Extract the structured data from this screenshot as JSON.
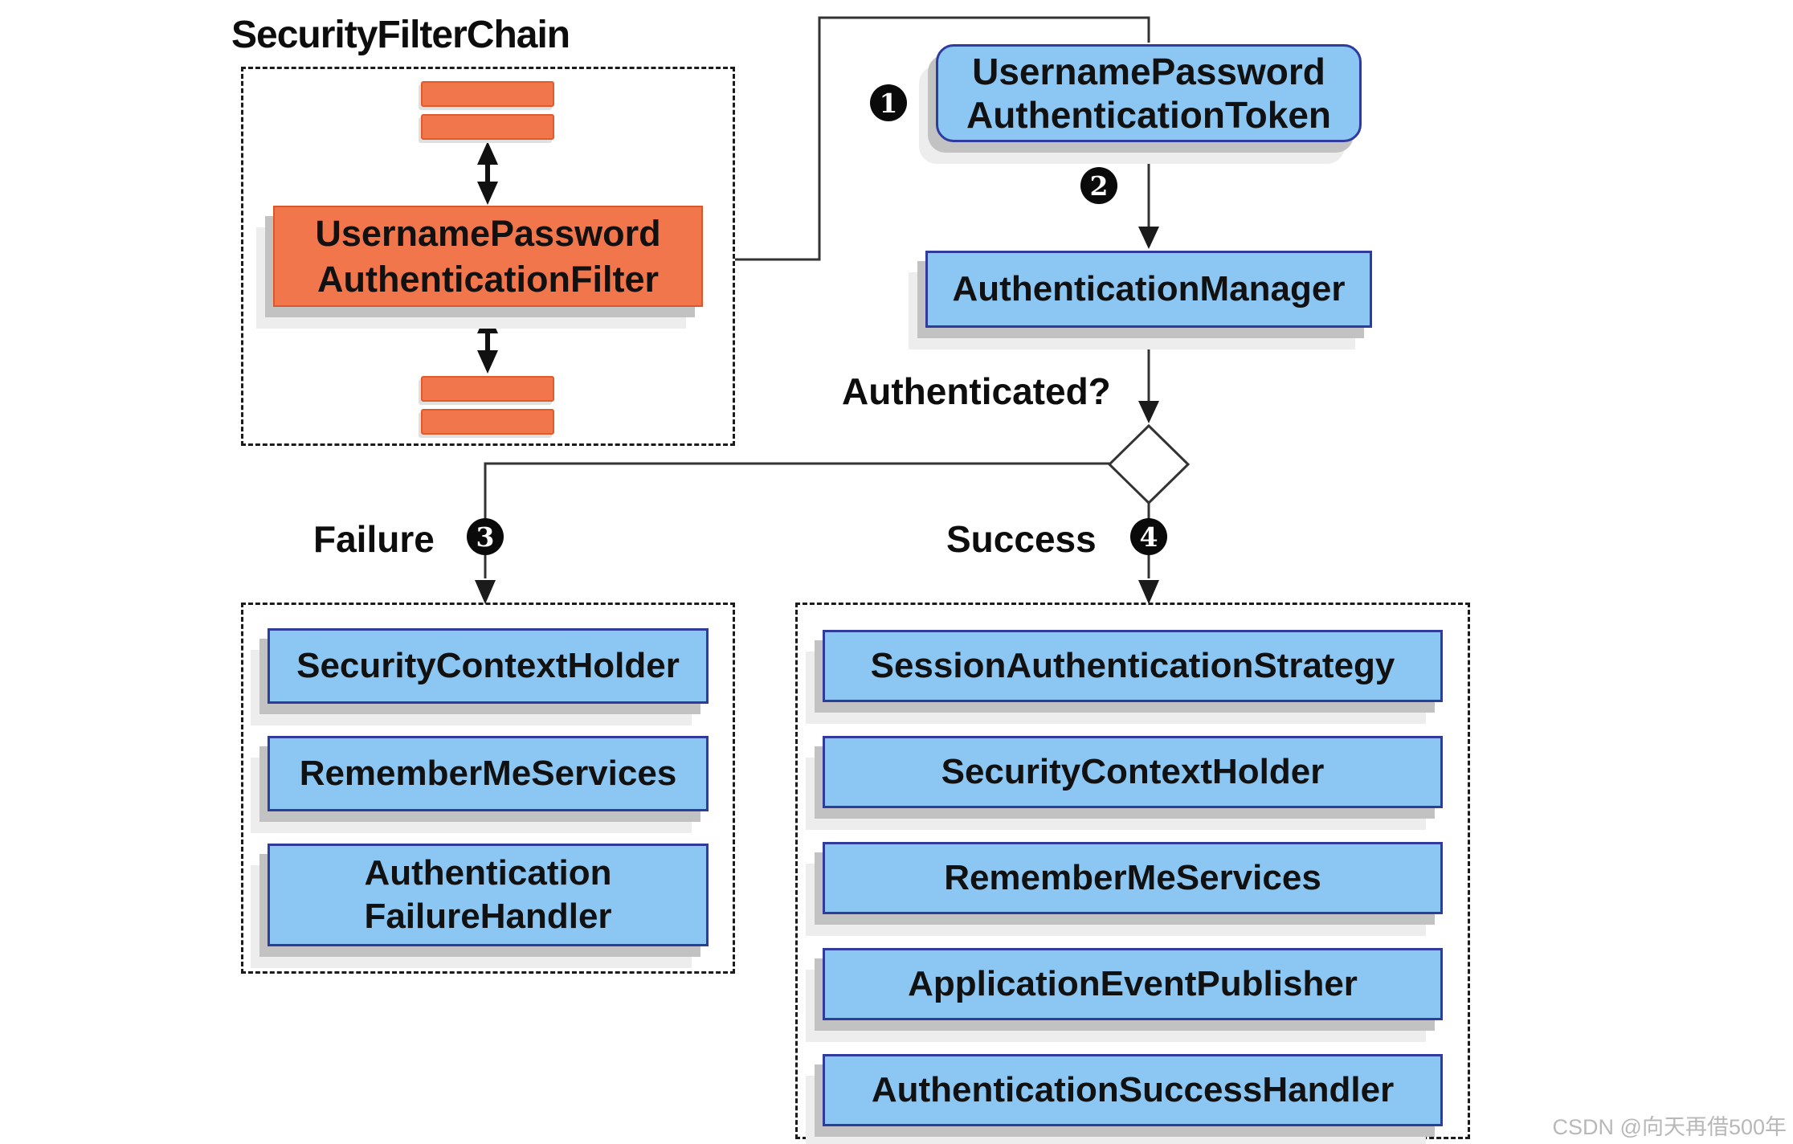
{
  "title": "SecurityFilterChain",
  "filter_chain": {
    "filter": {
      "line1": "UsernamePassword",
      "line2": "AuthenticationFilter"
    }
  },
  "flow": {
    "badges": {
      "one": "1",
      "two": "2",
      "three": "3",
      "four": "4"
    },
    "token": {
      "line1": "UsernamePassword",
      "line2": "AuthenticationToken"
    },
    "manager": {
      "label": "AuthenticationManager"
    },
    "question": "Authenticated?",
    "failure": {
      "label": "Failure",
      "box1": "SecurityContextHolder",
      "box2": "RememberMeServices",
      "box3_line1": "Authentication",
      "box3_line2": "FailureHandler"
    },
    "success": {
      "label": "Success",
      "boxes": [
        "SessionAuthenticationStrategy",
        "SecurityContextHolder",
        "RememberMeServices",
        "ApplicationEventPublisher",
        "AuthenticationSuccessHandler"
      ]
    }
  },
  "watermark": "CSDN @向天再借500年",
  "colors": {
    "orange_fill": "#F2764B",
    "orange_border": "#E05A2B",
    "blue_fill": "#8CC7F3",
    "blue_border": "#2F3C9E",
    "line": "#333333",
    "shadow": "#C2C2C2",
    "badge_bg": "#0A0A0A",
    "watermark_gray": "#B8B8B8"
  }
}
